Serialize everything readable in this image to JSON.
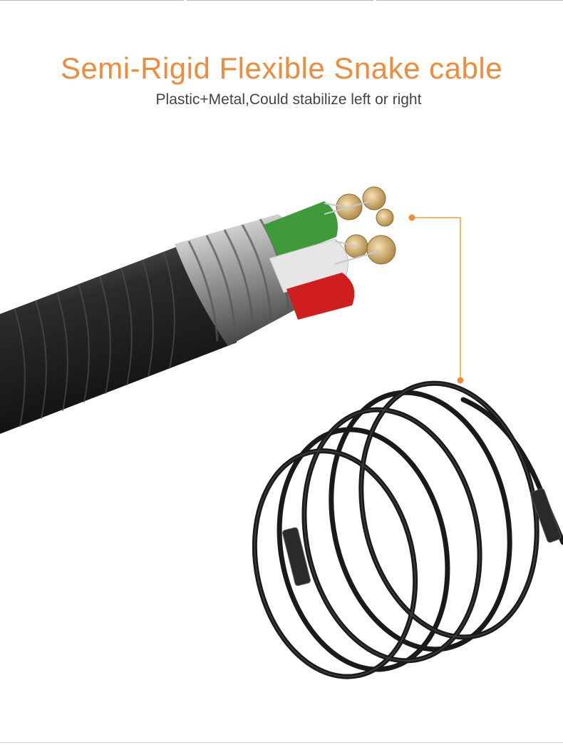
{
  "headline": "Semi-Rigid Flexible Snake cable",
  "subline": "Plastic+Metal,Could stabilize left or right",
  "colors": {
    "accent": "#ee8c3c",
    "callout": "#f0a030",
    "cable_black": "#1c1c1c",
    "wire_green": "#3f9a3a",
    "wire_white": "#e6e6e6",
    "wire_red": "#d01e1e",
    "copper": "#d8b77a"
  },
  "images": {
    "cable_cutaway": "cable-cutaway-illustration",
    "coiled_cable": "coiled-snake-cable-photo"
  }
}
